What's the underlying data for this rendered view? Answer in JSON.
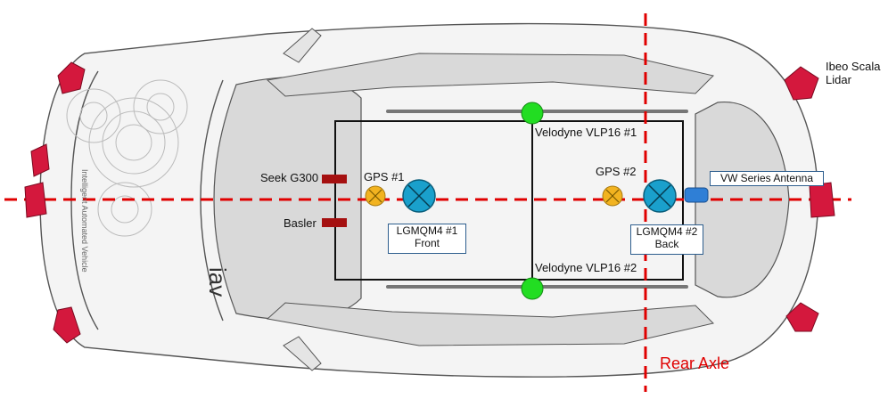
{
  "labels": {
    "ibeo": "Ibeo Scala\nLidar",
    "velodyne1": "Velodyne VLP16 #1",
    "velodyne2": "Velodyne VLP16 #2",
    "seek": "Seek G300",
    "basler": "Basler",
    "gps1": "GPS #1",
    "gps2": "GPS #2",
    "lgmqm4_front": "LGMQM4 #1\nFront",
    "lgmqm4_back": "LGMQM4 #2\nBack",
    "vw_antenna": "VW Series Antenna",
    "rear_axle": "Rear Axle"
  },
  "car_text": {
    "iav": "iav",
    "vehicle": "Intelligent Automated Vehicle"
  },
  "colors": {
    "axis_line": "#e00000",
    "lidar": "#d4183d",
    "velodyne": "#22dd22",
    "gps": "#f2b320",
    "imu": "#1aa0cc",
    "camera": "#a51010",
    "antenna": "#2f7fd6",
    "car_outline": "#555555",
    "car_glass": "#d9d9d9"
  }
}
